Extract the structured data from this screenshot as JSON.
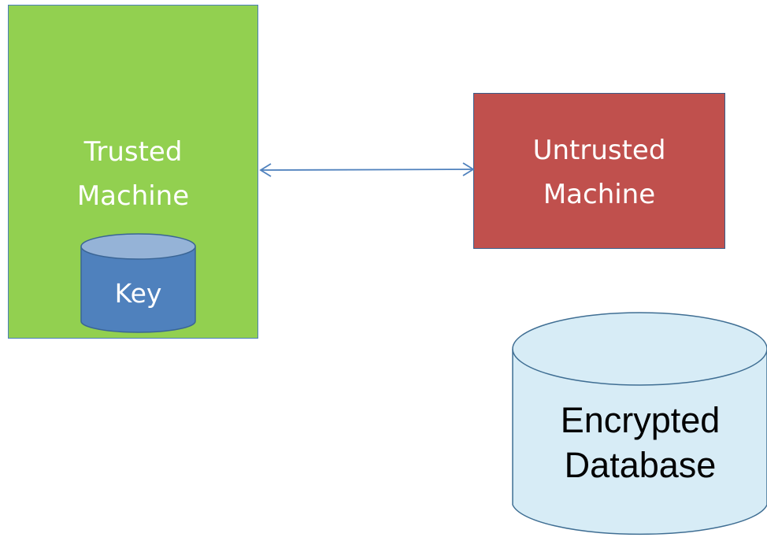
{
  "trusted_machine": {
    "line1": "Trusted",
    "line2": "Machine",
    "fill": "#92d050"
  },
  "untrusted_machine": {
    "line1": "Untrusted",
    "line2": "Machine",
    "fill": "#c0504d"
  },
  "key": {
    "label": "Key",
    "fill": "#4f81bd"
  },
  "encrypted_database": {
    "line1": "Encrypted",
    "line2": "Database",
    "fill": "#d7ecf6"
  },
  "connection": {
    "type": "bidirectional-arrow",
    "from": "trusted_machine",
    "to": "untrusted_machine",
    "color": "#4f81bd"
  }
}
